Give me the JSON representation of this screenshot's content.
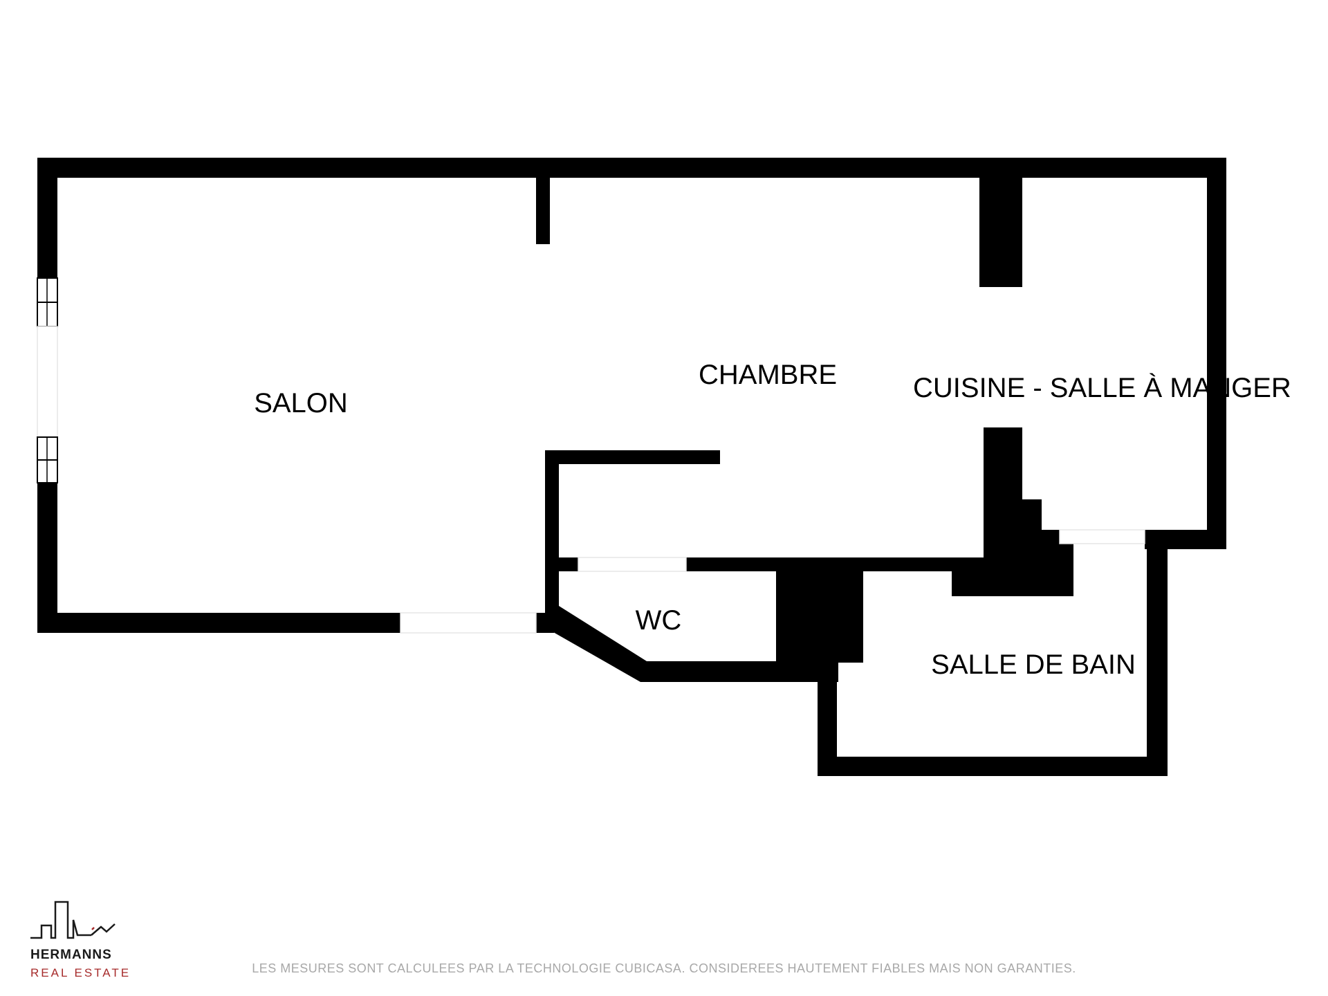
{
  "rooms": {
    "salon": "SALON",
    "chambre": "CHAMBRE",
    "cuisine": "CUISINE - SALLE À MANGER",
    "wc": "WC",
    "salle_de_bain": "SALLE DE BAIN"
  },
  "logo": {
    "name": "HERMANNS",
    "subtitle": "REAL ESTATE",
    "accent_color": "#a62a2a"
  },
  "disclaimer": "LES MESURES SONT CALCULEES PAR LA TECHNOLOGIE CUBICASA. CONSIDEREES HAUTEMENT FIABLES MAIS NON GARANTIES.",
  "colors": {
    "wall": "#000000",
    "background": "#ffffff",
    "opening": "#e6e6e6"
  }
}
